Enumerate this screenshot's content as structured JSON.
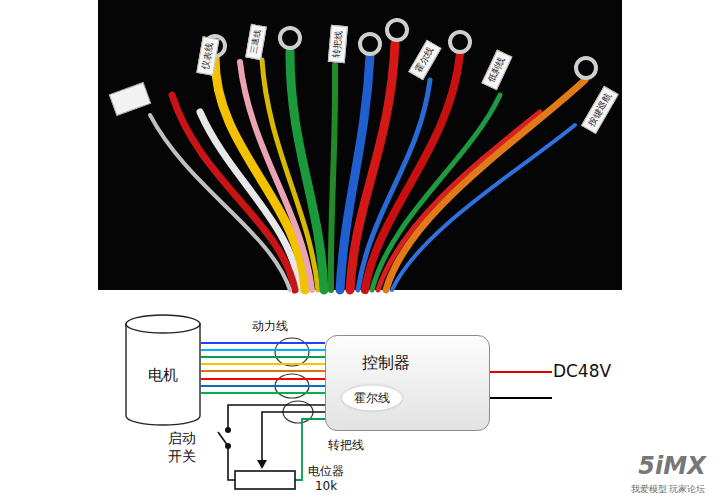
{
  "diagram": {
    "nodes": [
      {
        "text": [
          "电机"
        ]
      },
      {
        "text": [
          "控制器"
        ]
      }
    ],
    "edges": [
      {
        "from": 0,
        "to": 1,
        "arrow": "none"
      },
      {
        "from": 0,
        "to": 1,
        "arrow": "none"
      },
      {
        "from": 0,
        "to": 1,
        "arrow": "none"
      },
      {
        "from": 0,
        "to": 1,
        "arrow": "none"
      },
      {
        "from": 0,
        "to": 1,
        "arrow": "none"
      },
      {
        "from": 0,
        "to": 1,
        "arrow": "none"
      },
      {
        "from": 0,
        "to": 1,
        "arrow": "none"
      },
      {
        "from": 0,
        "to": 1,
        "arrow": "none"
      }
    ],
    "labels": [
      "仪表线",
      "三速线",
      "转把线",
      "霍尔线",
      "低刹线",
      "按键巡航",
      "动力线",
      "霍尔线",
      "DC48V",
      "启动 开关",
      "转把线",
      "电位器 10k",
      "5iMX",
      "我爱模型 玩家论坛"
    ]
  }
}
